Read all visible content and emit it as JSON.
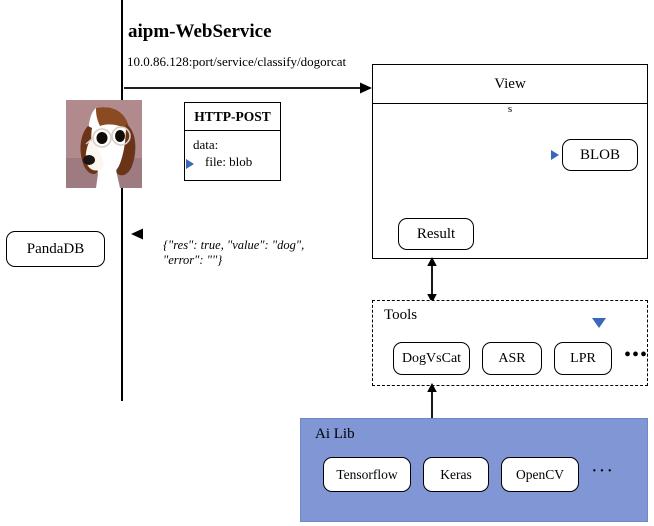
{
  "diagram": {
    "title": "aipm-WebService",
    "url": "10.0.86.128:port/service/classify/dogorcat",
    "response_json": "{\"res\": true, \"value\": \"dog\", \"error\": \"\"}"
  },
  "client": {
    "database_label": "PandaDB",
    "photo_alt": "beagle-dog-with-glasses"
  },
  "request": {
    "box_title": "HTTP-POST",
    "data_label": "data:",
    "file_label": "file: blob"
  },
  "views": {
    "title_line1": "View",
    "title_line2": "s",
    "blob_label": "BLOB",
    "result_label": "Result"
  },
  "tools": {
    "title": "Tools",
    "items": [
      {
        "label": "DogVsCat"
      },
      {
        "label": "ASR"
      },
      {
        "label": "LPR"
      }
    ],
    "more": "•••"
  },
  "ailib": {
    "title": "Ai Lib",
    "items": [
      {
        "label": "Tensorflow"
      },
      {
        "label": "Keras"
      },
      {
        "label": "OpenCV"
      }
    ],
    "more": "···"
  },
  "colors": {
    "ailib_fill": "#8196d4",
    "marker_blue": "#3a67b8",
    "line_black": "#000000"
  }
}
